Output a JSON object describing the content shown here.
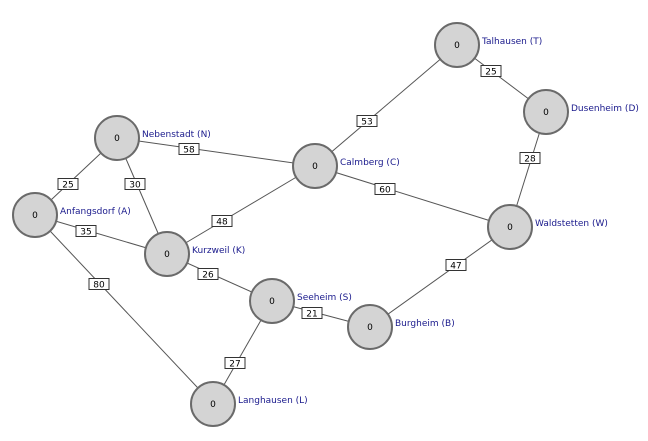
{
  "nodes": [
    {
      "id": "A",
      "label": "Anfangsdorf (A)",
      "value": "0"
    },
    {
      "id": "N",
      "label": "Nebenstadt (N)",
      "value": "0"
    },
    {
      "id": "K",
      "label": "Kurzweil (K)",
      "value": "0"
    },
    {
      "id": "C",
      "label": "Calmberg (C)",
      "value": "0"
    },
    {
      "id": "T",
      "label": "Talhausen (T)",
      "value": "0"
    },
    {
      "id": "D",
      "label": "Dusenheim (D)",
      "value": "0"
    },
    {
      "id": "W",
      "label": "Waldstetten (W)",
      "value": "0"
    },
    {
      "id": "S",
      "label": "Seeheim (S)",
      "value": "0"
    },
    {
      "id": "B",
      "label": "Burgheim (B)",
      "value": "0"
    },
    {
      "id": "L",
      "label": "Langhausen (L)",
      "value": "0"
    }
  ],
  "edges": [
    {
      "from": "A",
      "to": "N",
      "weight": "25"
    },
    {
      "from": "A",
      "to": "K",
      "weight": "35"
    },
    {
      "from": "A",
      "to": "L",
      "weight": "80"
    },
    {
      "from": "N",
      "to": "K",
      "weight": "30"
    },
    {
      "from": "N",
      "to": "C",
      "weight": "58"
    },
    {
      "from": "K",
      "to": "C",
      "weight": "48"
    },
    {
      "from": "K",
      "to": "S",
      "weight": "26"
    },
    {
      "from": "C",
      "to": "T",
      "weight": "53"
    },
    {
      "from": "C",
      "to": "W",
      "weight": "60"
    },
    {
      "from": "T",
      "to": "D",
      "weight": "25"
    },
    {
      "from": "D",
      "to": "W",
      "weight": "28"
    },
    {
      "from": "W",
      "to": "B",
      "weight": "47"
    },
    {
      "from": "S",
      "to": "B",
      "weight": "21"
    },
    {
      "from": "S",
      "to": "L",
      "weight": "27"
    }
  ],
  "colors": {
    "node_fill": "#d4d4d4",
    "node_stroke": "#6a6a6a",
    "edge": "#555555",
    "label_text": "#1a1a8c",
    "background": "#ffffff"
  }
}
